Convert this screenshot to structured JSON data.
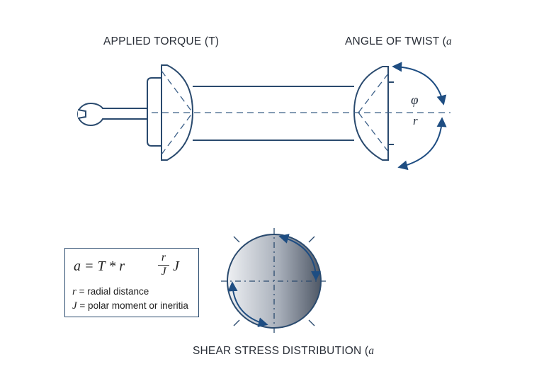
{
  "labels": {
    "applied_torque": "APPLIED TORQUE (T)",
    "angle_of_twist": "ANGLE OF TWIST (",
    "angle_symbol": "a",
    "shear_stress": "SHEAR STRESS DISTRIBUTION (",
    "shear_symbol": "a",
    "phi": "φ",
    "r": "r"
  },
  "formula": {
    "lhs": "a = T * r",
    "frac_num": "r",
    "frac_den": "J",
    "tail": "J",
    "def_r_var": "r",
    "def_r_text": " = radial distance",
    "def_j_var": "J",
    "def_j_text": " = polar moment or ineritia"
  },
  "colors": {
    "line": "#2a4a6e",
    "arrow": "#1e4d82",
    "disc_light": "#eceef1",
    "disc_dark": "#5a6270"
  }
}
